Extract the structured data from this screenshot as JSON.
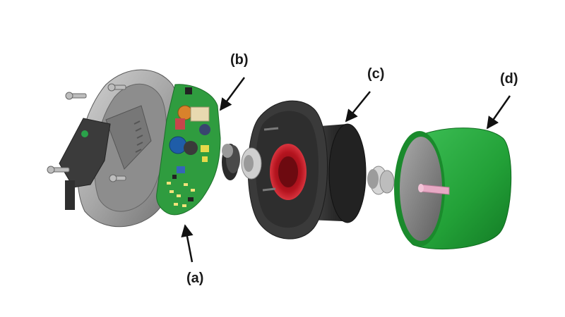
{
  "labels": {
    "a": "(a)",
    "b": "(b)",
    "c": "(c)",
    "d": "(d)"
  },
  "colors": {
    "background": "#ffffff",
    "housing_grey": "#8a8a8a",
    "pcb_green": "#2e9b3e",
    "motor_black": "#2b2b2b",
    "motor_red": "#b0131f",
    "cap_green": "#24a33a",
    "arrow": "#111111"
  }
}
